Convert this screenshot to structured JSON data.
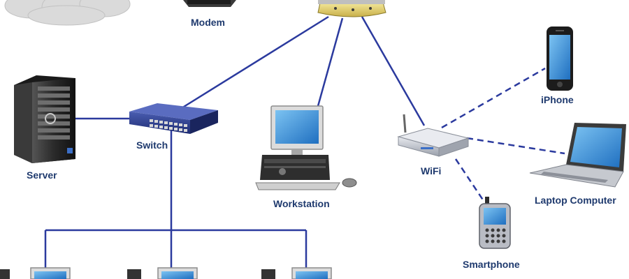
{
  "diagram": {
    "labels": {
      "modem": "Modem",
      "switch": "Switch",
      "server": "Server",
      "workstation": "Workstation",
      "wifi": "WiFi",
      "iphone": "iPhone",
      "laptop": "Laptop Computer",
      "smartphone": "Smartphone"
    },
    "colors": {
      "wire": "#2b3a9e",
      "label": "#1f3a6e",
      "cloud": "#d9d9d9",
      "device_dark": "#2d2d2d",
      "screen": "#3b8fd6"
    },
    "connections": [
      {
        "from": "router",
        "to": "switch",
        "style": "solid"
      },
      {
        "from": "router",
        "to": "workstation",
        "style": "solid"
      },
      {
        "from": "router",
        "to": "wifi",
        "style": "solid"
      },
      {
        "from": "switch",
        "to": "server",
        "style": "solid"
      },
      {
        "from": "switch",
        "to": "desktops",
        "style": "solid"
      },
      {
        "from": "wifi",
        "to": "iphone",
        "style": "dashed"
      },
      {
        "from": "wifi",
        "to": "laptop",
        "style": "dashed"
      },
      {
        "from": "wifi",
        "to": "smartphone",
        "style": "dashed"
      }
    ]
  }
}
